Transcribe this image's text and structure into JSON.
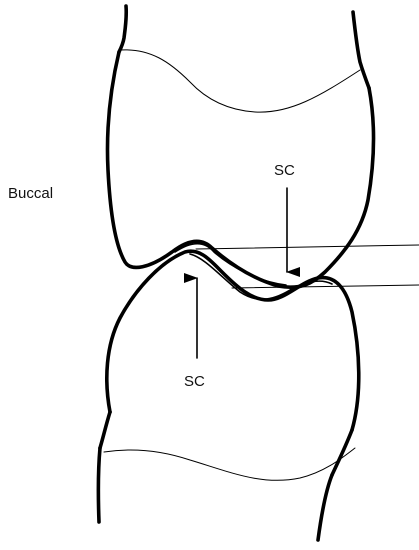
{
  "labels": {
    "side": "Buccal",
    "contact_upper": "SC",
    "contact_lower": "SC"
  },
  "colors": {
    "ink": "#000000",
    "background": "#ffffff"
  }
}
